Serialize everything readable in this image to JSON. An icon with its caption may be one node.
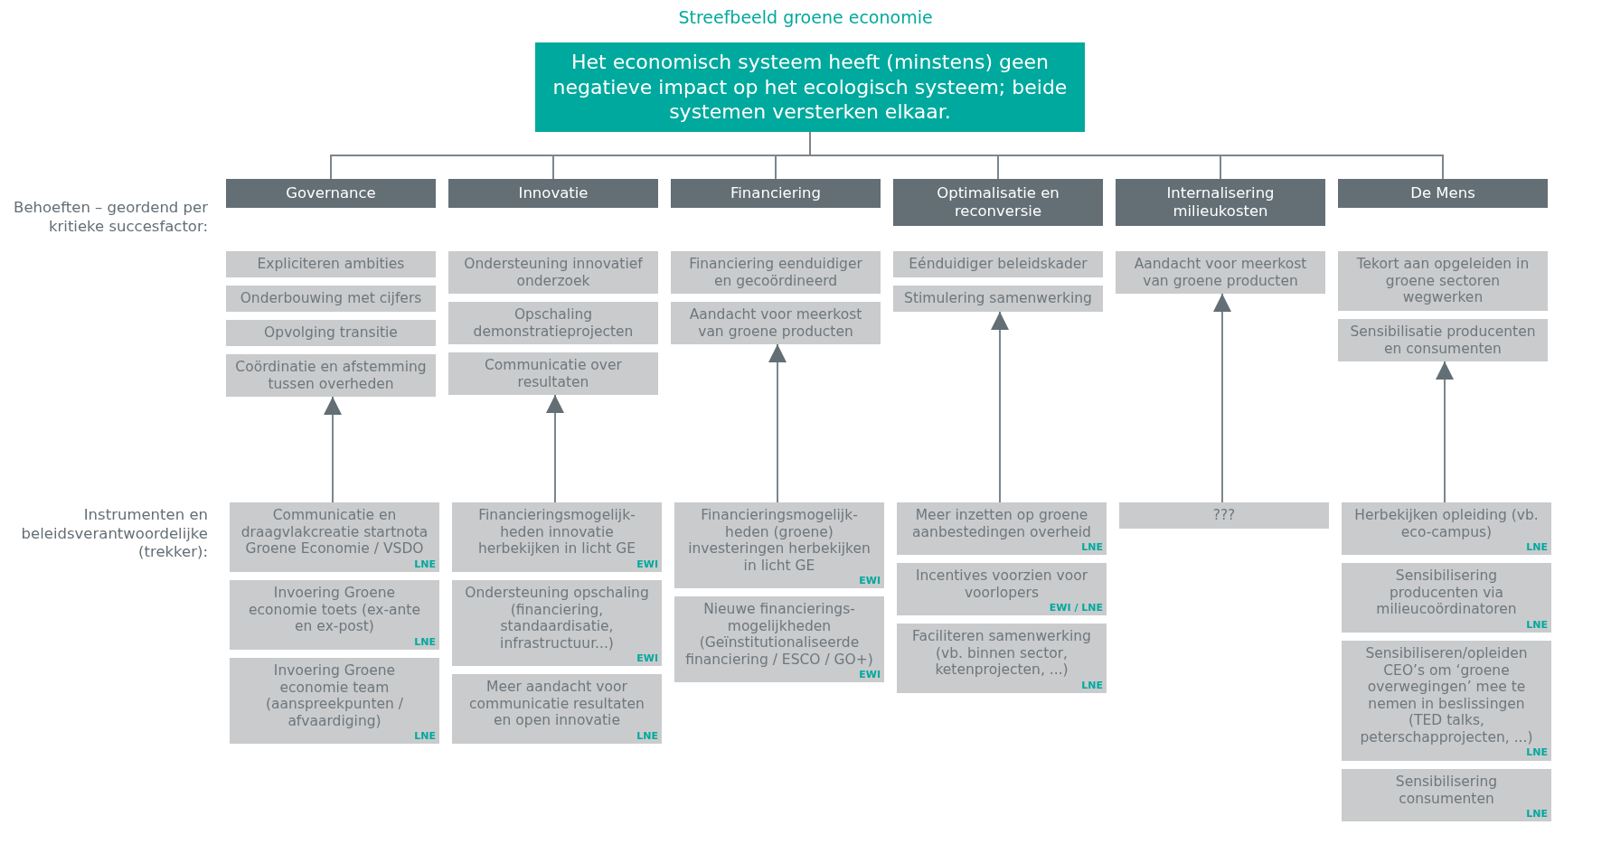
{
  "diagram": {
    "title": "Streefbeeld groene economie",
    "nodes": [
      {
        "text": [
          "Het economisch systeem heeft (minstens) geen negatieve impact op het ecologisch systeem; beide systemen versterken elkaar."
        ]
      },
      {
        "text": [
          "Governance"
        ]
      },
      {
        "text": [
          "Innovatie"
        ]
      },
      {
        "text": [
          "Financiering"
        ]
      },
      {
        "text": [
          "Optimalisatie en reconversie"
        ]
      },
      {
        "text": [
          "Internalisering milieukosten"
        ]
      },
      {
        "text": [
          "De Mens"
        ]
      },
      {
        "text": [
          "Expliciteren ambities"
        ]
      },
      {
        "text": [
          "Onderbouwing met cijfers"
        ]
      },
      {
        "text": [
          "Opvolging transitie"
        ]
      },
      {
        "text": [
          "Coördinatie en afstemming tussen overheden"
        ]
      },
      {
        "text": [
          "Ondersteuning innovatief onderzoek"
        ]
      },
      {
        "text": [
          "Opschaling demonstratieprojecten"
        ]
      },
      {
        "text": [
          "Communicatie over resultaten"
        ]
      },
      {
        "text": [
          "Financiering eenduidiger en gecoördineerd"
        ]
      },
      {
        "text": [
          "Aandacht voor meerkost van groene producten"
        ]
      },
      {
        "text": [
          "Eénduidiger beleidskader"
        ]
      },
      {
        "text": [
          "Stimulering samenwerking"
        ]
      },
      {
        "text": [
          "Aandacht voor meerkost van groene producten"
        ]
      },
      {
        "text": [
          "Tekort aan opgeleiden in groene sectoren wegwerken"
        ]
      },
      {
        "text": [
          "Sensibilisatie producenten en consumenten"
        ]
      },
      {
        "text": [
          "Communicatie en draagvlakcreatie startnota Groene Economie / VSDO",
          "LNE"
        ]
      },
      {
        "text": [
          "Invoering Groene economie toets (ex-ante en ex-post)",
          "LNE"
        ]
      },
      {
        "text": [
          "Invoering Groene economie team (aanspreekpunten / afvaardiging)",
          "LNE"
        ]
      },
      {
        "text": [
          "Financieringsmogelijk- heden innovatie herbekijken in licht GE",
          "EWI"
        ]
      },
      {
        "text": [
          "Ondersteuning opschaling (financiering, standaardisatie, infrastructuur...)",
          "EWI"
        ]
      },
      {
        "text": [
          "Meer aandacht voor communicatie resultaten en open innovatie",
          "LNE"
        ]
      },
      {
        "text": [
          "Financieringsmogelijk- heden (groene) investeringen herbekijken in licht GE",
          "EWI"
        ]
      },
      {
        "text": [
          "Nieuwe financierings- mogelijkheden (Geïnstitutionaliseerde financiering / ESCO / GO+)",
          "EWI"
        ]
      },
      {
        "text": [
          "Meer inzetten op groene aanbestedingen overheid",
          "LNE"
        ]
      },
      {
        "text": [
          "Incentives voorzien voor voorlopers",
          "EWI / LNE"
        ]
      },
      {
        "text": [
          "Faciliteren samenwerking (vb. binnen sector, ketenprojecten, ...)",
          "LNE"
        ]
      },
      {
        "text": [
          "???"
        ]
      },
      {
        "text": [
          "Herbekijken opleiding (vb. eco-campus)",
          "LNE"
        ]
      },
      {
        "text": [
          "Sensibilisering producenten via milieucoördinatoren",
          "LNE"
        ]
      },
      {
        "text": [
          "Sensibiliseren/opleiden CEO’s om ‘groene overwegingen’ mee te nemen in beslissingen (TED talks, peterschapprojecten, ...)",
          "LNE"
        ]
      },
      {
        "text": [
          "Sensibilisering consumenten",
          "LNE"
        ]
      }
    ],
    "edges": [
      {
        "from": 0,
        "to": 1,
        "arrow": "none"
      },
      {
        "from": 0,
        "to": 2,
        "arrow": "none"
      },
      {
        "from": 0,
        "to": 3,
        "arrow": "none"
      },
      {
        "from": 0,
        "to": 4,
        "arrow": "none"
      },
      {
        "from": 0,
        "to": 5,
        "arrow": "none"
      },
      {
        "from": 0,
        "to": 6,
        "arrow": "none"
      },
      {
        "from": 21,
        "to": 10,
        "arrow": "to"
      },
      {
        "from": 24,
        "to": 13,
        "arrow": "to"
      },
      {
        "from": 27,
        "to": 15,
        "arrow": "to"
      },
      {
        "from": 29,
        "to": 17,
        "arrow": "to"
      },
      {
        "from": 32,
        "to": 18,
        "arrow": "to"
      },
      {
        "from": 33,
        "to": 20,
        "arrow": "to"
      }
    ],
    "labels": [
      "Behoeften – geordend per kritieke succesfactor:",
      "Instrumenten en beleidsverantwoordelijke (trekker):"
    ]
  }
}
